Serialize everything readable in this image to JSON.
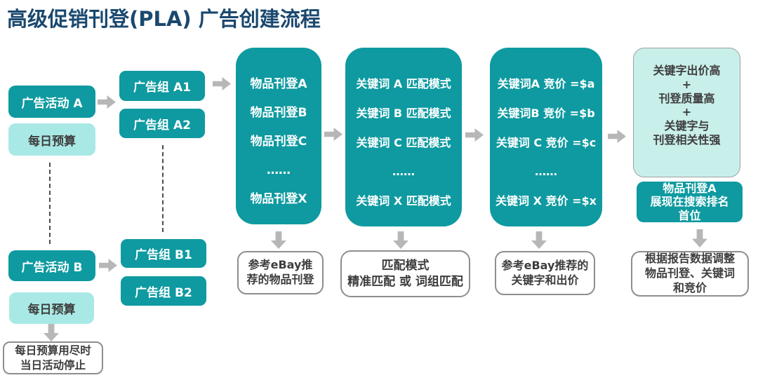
{
  "title": "高级促销刊登(PLA) 广告创建流程",
  "colors": {
    "teal": "#0E9AA0",
    "light_teal": "#A9E9E5",
    "panel_teal": "#C9EFEA",
    "title_navy": "#1A486F",
    "arrow_gray": "#B7B7B7",
    "dark_text": "#3D3D3D",
    "box_border_gray": "#8E8E8E"
  },
  "campaign_a": {
    "label": "广告活动 A",
    "budget": "每日预算"
  },
  "campaign_b": {
    "label": "广告活动 B",
    "budget": "每日预算",
    "stop_note": "每日预算用尽时\n当日活动停止"
  },
  "ad_groups_a": [
    "广告组 A1",
    "广告组 A2"
  ],
  "ad_groups_b": [
    "广告组 B1",
    "广告组 B2"
  ],
  "listings": {
    "items": [
      "物品刊登A",
      "物品刊登B",
      "物品刊登C",
      "……",
      "物品刊登X"
    ],
    "note": "参考eBay推\n荐的物品刊登"
  },
  "match_modes": {
    "items": [
      "关键词 A 匹配模式",
      "关键词 B 匹配模式",
      "关键词 C 匹配模式",
      "……",
      "关键词 X 匹配模式"
    ],
    "note": "匹配模式\n精准匹配 或 词组匹配"
  },
  "bids": {
    "items": [
      "关键词A 竞价 =$a",
      "关键词B 竞价 =$b",
      "关键词 C 竞价 =$c",
      "……",
      "关键词 X 竞价 =$x"
    ],
    "note": "参考eBay推荐的\n关键字和出价"
  },
  "outcome": {
    "conditions": "关键字出价高\n+\n刊登质量高\n+\n关键字与\n刊登相关性强",
    "result": "物品刊登A\n展现在搜索排名\n首位",
    "note": "根据报告数据调整\n物品刊登、关键词\n和竞价"
  }
}
